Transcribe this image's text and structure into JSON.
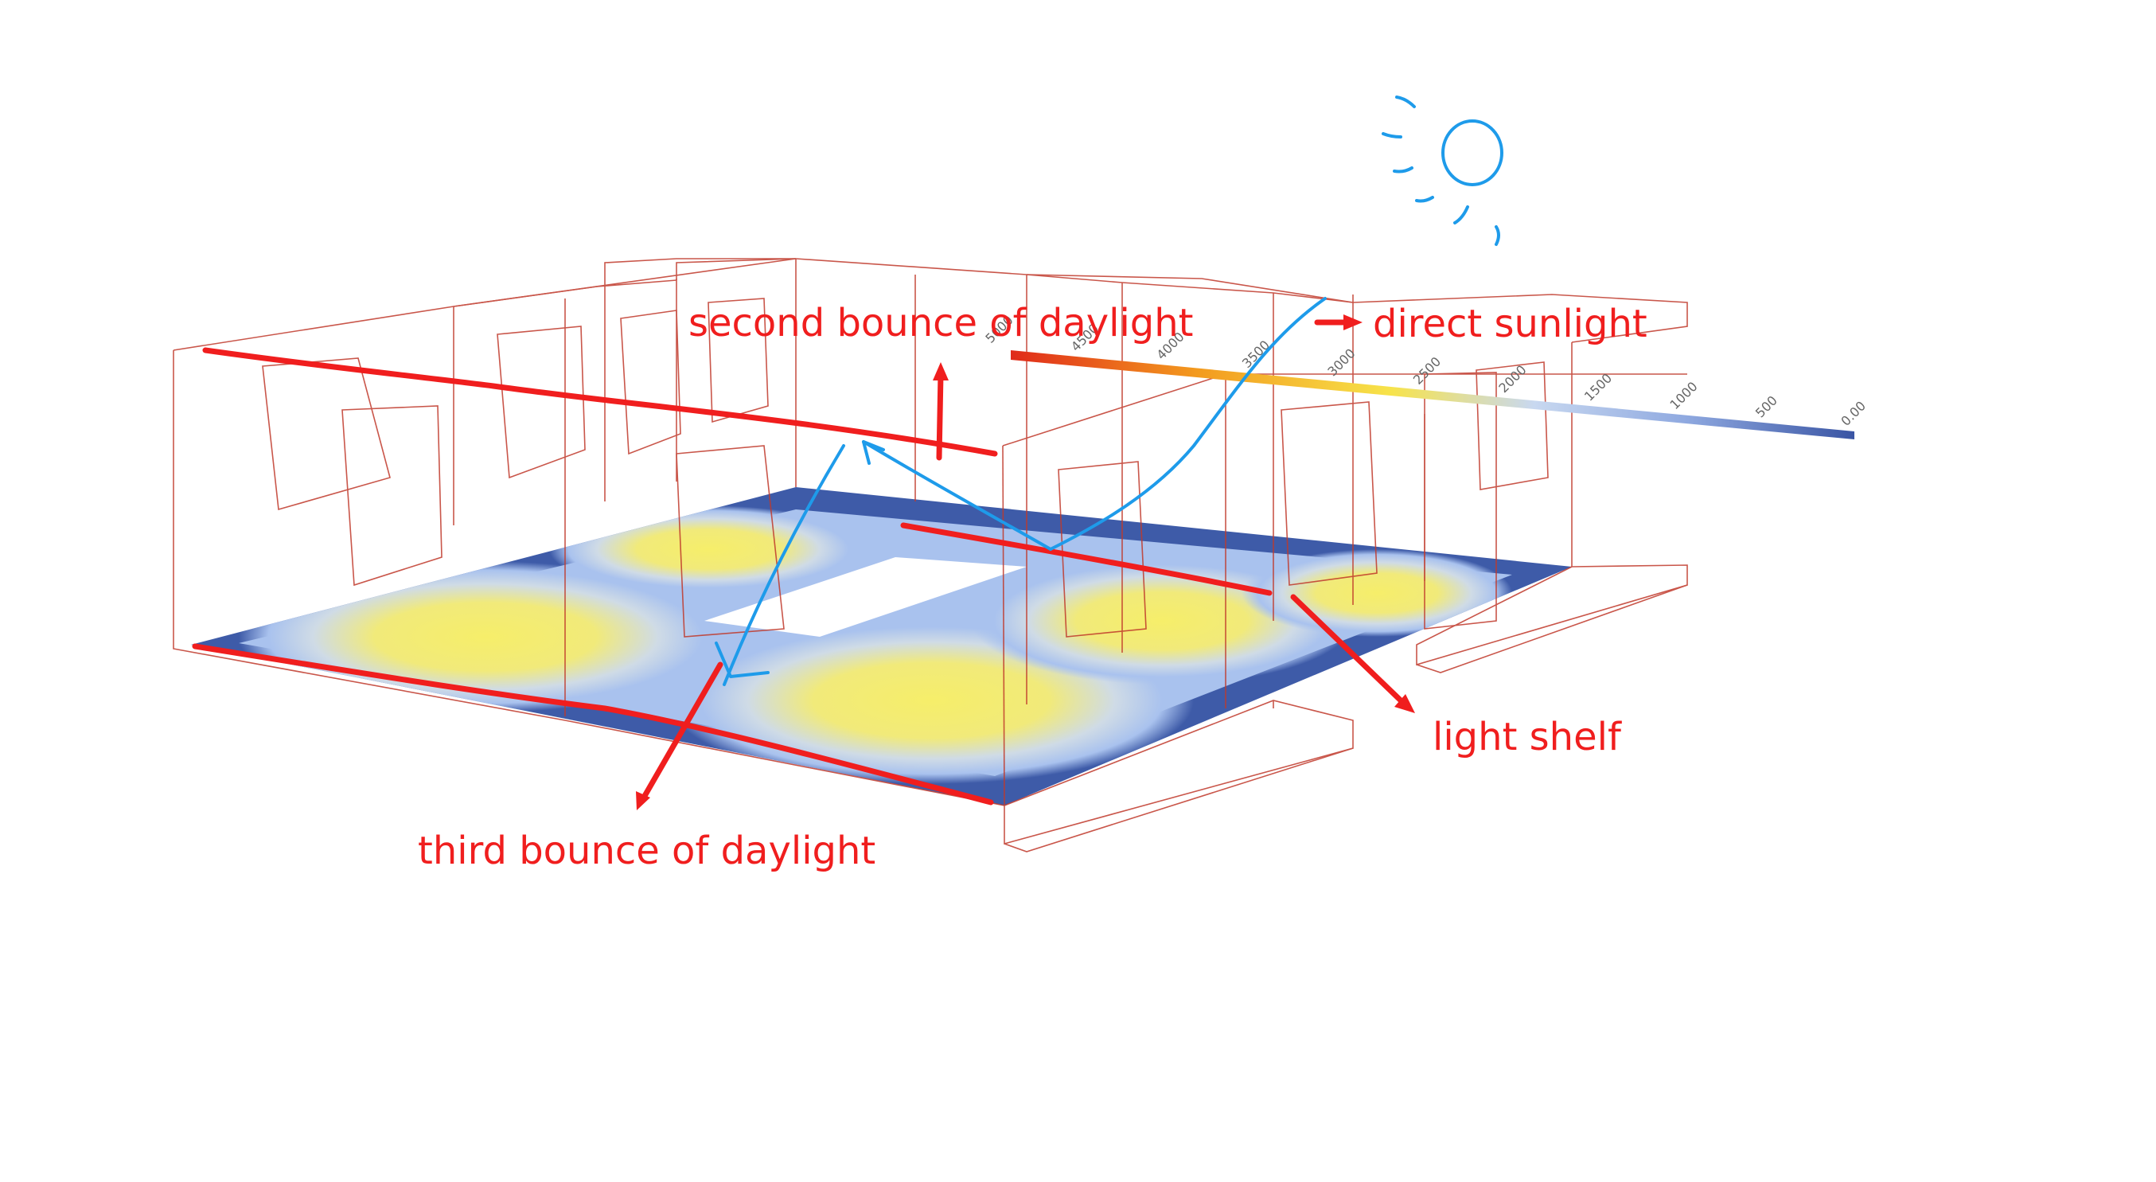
{
  "colors": {
    "annotation": "#f01e1e",
    "wireframe": "#c0392b",
    "ray": "#1e9bea",
    "heatmap_low": "#3e5ba8",
    "heatmap_mid": "#b4cdf2",
    "heatmap_high": "#f4ec6a",
    "legend_high": "#e02a1a",
    "legend_warm": "#f39a1e"
  },
  "annotations": {
    "second_bounce": "second bounce of daylight",
    "direct_sunlight": "direct sunlight",
    "light_shelf": "light shelf",
    "third_bounce": "third bounce of daylight"
  },
  "icons": {
    "sun": "sun-icon"
  },
  "legend": {
    "ticks": [
      "5000",
      "4500",
      "4000",
      "3500",
      "3000",
      "2500",
      "2000",
      "1500",
      "1000",
      "500",
      "0.00"
    ]
  }
}
